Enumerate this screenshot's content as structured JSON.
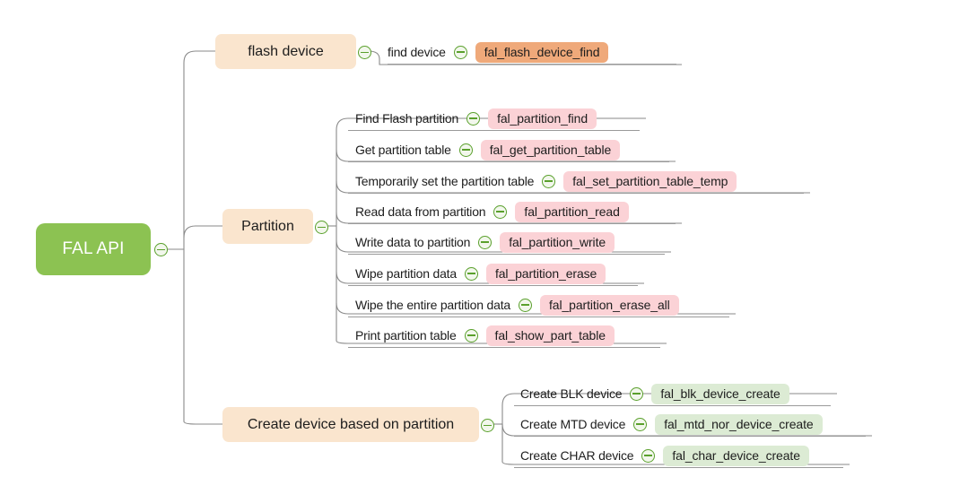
{
  "diagram": {
    "type": "mindmap",
    "title": "FAL API",
    "collapse_icon": "minus-circle-icon",
    "colors": {
      "root_fill": "#8CC252",
      "root_text": "#FFFFFF",
      "branch_fill": "#FAE5CE",
      "badge_orange": "#EFA97A",
      "badge_pink": "#FBD2D6",
      "badge_green": "#DCEBD4",
      "wire": "#8a8a8a",
      "icon_stroke": "#5AA02C",
      "text": "#1D1D1D"
    }
  },
  "root": {
    "label": "FAL API"
  },
  "branches": [
    {
      "id": "flash-device",
      "label": "flash device",
      "badge_color": "orange",
      "children": [
        {
          "label": "find device",
          "api": "fal_flash_device_find"
        }
      ]
    },
    {
      "id": "partition",
      "label": "Partition",
      "badge_color": "pink",
      "children": [
        {
          "label": "Find Flash partition",
          "api": "fal_partition_find"
        },
        {
          "label": "Get partition table",
          "api": "fal_get_partition_table"
        },
        {
          "label": "Temporarily set the partition table",
          "api": "fal_set_partition_table_temp"
        },
        {
          "label": "Read data from partition",
          "api": "fal_partition_read"
        },
        {
          "label": "Write data to partition",
          "api": "fal_partition_write"
        },
        {
          "label": "Wipe partition data",
          "api": "fal_partition_erase"
        },
        {
          "label": "Wipe the entire partition data",
          "api": "fal_partition_erase_all"
        },
        {
          "label": "Print partition table",
          "api": "fal_show_part_table"
        }
      ]
    },
    {
      "id": "create-device",
      "label": "Create device based on partition",
      "badge_color": "green",
      "children": [
        {
          "label": "Create BLK device",
          "api": "fal_blk_device_create"
        },
        {
          "label": "Create MTD device",
          "api": "fal_mtd_nor_device_create"
        },
        {
          "label": "Create CHAR device",
          "api": "fal_char_device_create"
        }
      ]
    }
  ]
}
